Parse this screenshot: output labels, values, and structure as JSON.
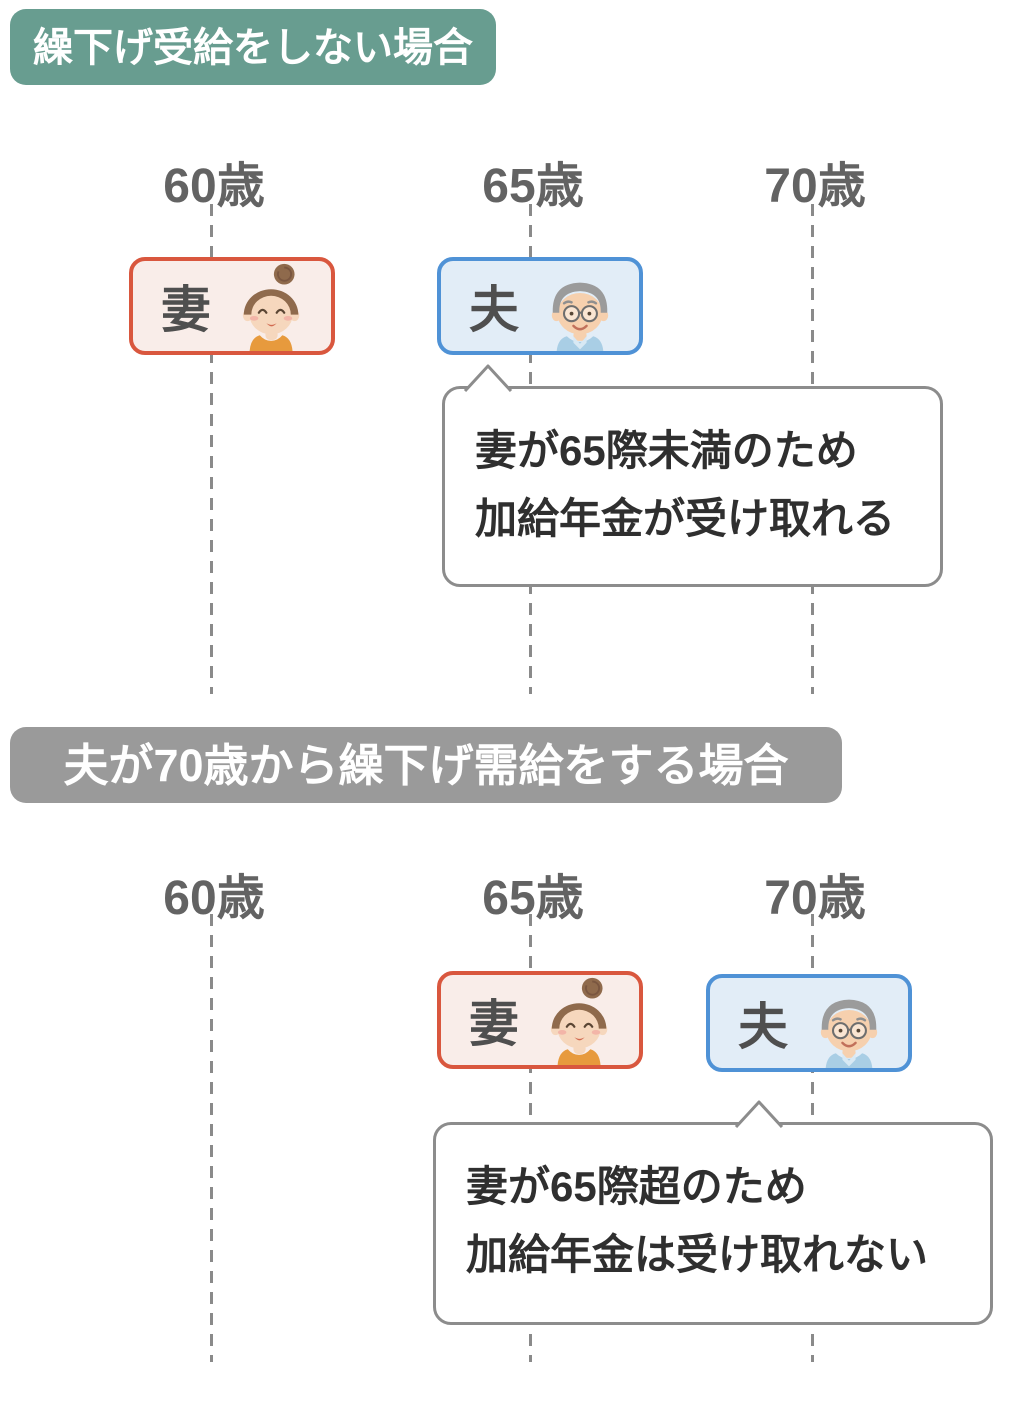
{
  "colors": {
    "header1_bg": "#689d90",
    "header2_bg": "#9a9a9a",
    "label": "#636363",
    "dash": "#8a8a8a",
    "wife_border": "#d9573e",
    "wife_bg": "#f9ede9",
    "husband_border": "#4f92d6",
    "husband_bg": "#e2edf7",
    "badge_text": "#4f4f4f",
    "bubble_border": "#8c8c8c",
    "bubble_text": "#2f2f2f"
  },
  "icons": {
    "wife_avatar": "elderly-woman-illustration",
    "husband_avatar": "elderly-man-illustration",
    "bubble_tail": "speech-bubble-pointer"
  },
  "sections": [
    {
      "header": "繰下げ受給をしない場合",
      "ages": [
        "60歳",
        "65歳",
        "70歳"
      ],
      "wife": "妻",
      "husband": "夫",
      "bubble": [
        "妻が65際未満のため",
        "加給年金が受け取れる"
      ]
    },
    {
      "header": "夫が70歳から繰下げ需給をする場合",
      "ages": [
        "60歳",
        "65歳",
        "70歳"
      ],
      "wife": "妻",
      "husband": "夫",
      "bubble": [
        "妻が65際超のため",
        "加給年金は受け取れない"
      ]
    }
  ]
}
